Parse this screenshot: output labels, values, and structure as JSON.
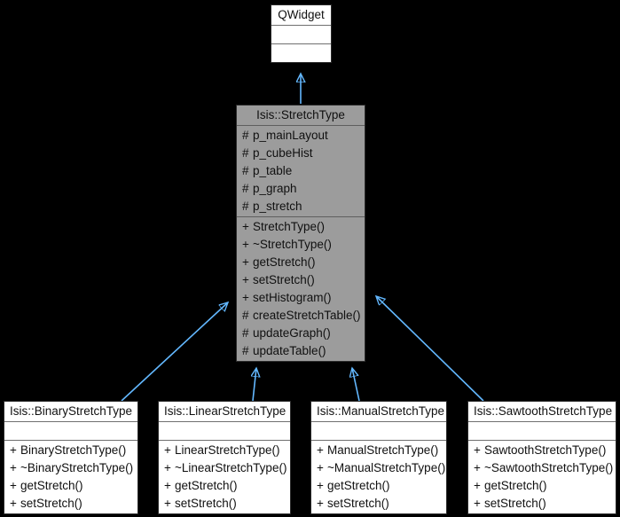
{
  "diagram": {
    "kind": "uml-class-inheritance-diagram",
    "background_color": "#000000",
    "edge_color": "#63b8ff",
    "base_fill_color": "#9c9c9c",
    "class_fill_color": "#ffffff",
    "border_color": "#2b2b2b",
    "classes": {
      "qwidget": {
        "name": "QWidget",
        "attributes": [],
        "methods": []
      },
      "stretchtype": {
        "name": "Isis::StretchType",
        "attributes": [
          {
            "visibility": "#",
            "label": "p_mainLayout"
          },
          {
            "visibility": "#",
            "label": "p_cubeHist"
          },
          {
            "visibility": "#",
            "label": "p_table"
          },
          {
            "visibility": "#",
            "label": "p_graph"
          },
          {
            "visibility": "#",
            "label": "p_stretch"
          }
        ],
        "methods": [
          {
            "visibility": "+",
            "label": "StretchType()"
          },
          {
            "visibility": "+",
            "label": "~StretchType()"
          },
          {
            "visibility": "+",
            "label": "getStretch()"
          },
          {
            "visibility": "+",
            "label": "setStretch()"
          },
          {
            "visibility": "+",
            "label": "setHistogram()"
          },
          {
            "visibility": "#",
            "label": "createStretchTable()"
          },
          {
            "visibility": "#",
            "label": "updateGraph()"
          },
          {
            "visibility": "#",
            "label": "updateTable()"
          }
        ]
      },
      "binary": {
        "name": "Isis::BinaryStretchType",
        "attributes": [],
        "methods": [
          {
            "visibility": "+",
            "label": "BinaryStretchType()"
          },
          {
            "visibility": "+",
            "label": "~BinaryStretchType()"
          },
          {
            "visibility": "+",
            "label": "getStretch()"
          },
          {
            "visibility": "+",
            "label": "setStretch()"
          }
        ]
      },
      "linear": {
        "name": "Isis::LinearStretchType",
        "attributes": [],
        "methods": [
          {
            "visibility": "+",
            "label": "LinearStretchType()"
          },
          {
            "visibility": "+",
            "label": "~LinearStretchType()"
          },
          {
            "visibility": "+",
            "label": "getStretch()"
          },
          {
            "visibility": "+",
            "label": "setStretch()"
          }
        ]
      },
      "manual": {
        "name": "Isis::ManualStretchType",
        "attributes": [],
        "methods": [
          {
            "visibility": "+",
            "label": "ManualStretchType()"
          },
          {
            "visibility": "+",
            "label": "~ManualStretchType()"
          },
          {
            "visibility": "+",
            "label": "getStretch()"
          },
          {
            "visibility": "+",
            "label": "setStretch()"
          }
        ]
      },
      "sawtooth": {
        "name": "Isis::SawtoothStretchType",
        "attributes": [],
        "methods": [
          {
            "visibility": "+",
            "label": "SawtoothStretchType()"
          },
          {
            "visibility": "+",
            "label": "~SawtoothStretchType()"
          },
          {
            "visibility": "+",
            "label": "getStretch()"
          },
          {
            "visibility": "+",
            "label": "setStretch()"
          }
        ]
      }
    },
    "inheritance_edges": [
      {
        "from": "stretchtype",
        "to": "qwidget"
      },
      {
        "from": "binary",
        "to": "stretchtype"
      },
      {
        "from": "linear",
        "to": "stretchtype"
      },
      {
        "from": "manual",
        "to": "stretchtype"
      },
      {
        "from": "sawtooth",
        "to": "stretchtype"
      }
    ]
  }
}
